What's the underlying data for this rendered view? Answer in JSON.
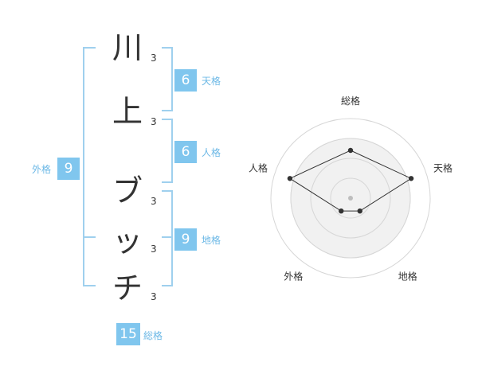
{
  "name": {
    "characters": [
      {
        "char": "川",
        "strokes": "3"
      },
      {
        "char": "上",
        "strokes": "3"
      },
      {
        "char": "ブ",
        "strokes": "3"
      },
      {
        "char": "ッ",
        "strokes": "3"
      },
      {
        "char": "チ",
        "strokes": "3"
      }
    ]
  },
  "kaku": {
    "tenkaku": {
      "value": "6",
      "label": "天格"
    },
    "jinkaku": {
      "value": "6",
      "label": "人格"
    },
    "chikaku": {
      "value": "9",
      "label": "地格"
    },
    "gaikaku": {
      "value": "9",
      "label": "外格"
    },
    "soukaku": {
      "value": "15",
      "label": "総格"
    }
  },
  "radar": {
    "axes": [
      "総格",
      "天格",
      "地格",
      "外格",
      "人格"
    ],
    "levels": 4,
    "values": [
      3,
      4,
      1,
      1,
      4
    ],
    "max": 5,
    "colors": {
      "rings": "#d6d6d6",
      "fill": "#f1f1f1",
      "line": "#333333",
      "center": "#bdbdbd"
    }
  },
  "colors": {
    "accent": "#80c6ee",
    "bracket": "#9fd0ee",
    "label": "#6cb8e6"
  }
}
